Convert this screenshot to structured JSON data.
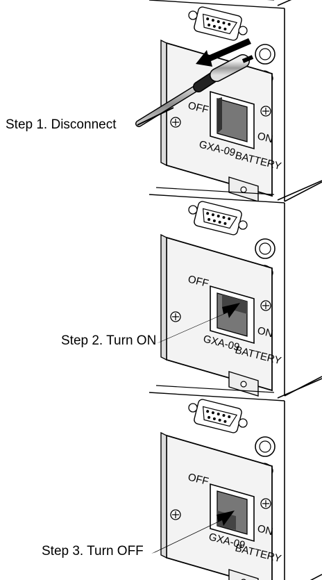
{
  "steps": [
    {
      "label": "Step 1. Disconnect",
      "panel": {
        "off": "OFF",
        "on": "ON",
        "model": "GXA-09",
        "battery": "BATTERY"
      },
      "switch_state": "neutral"
    },
    {
      "label": "Step 2. Turn ON",
      "panel": {
        "off": "OFF",
        "on": "ON",
        "model": "GXA-09",
        "battery": "BATTERY"
      },
      "switch_state": "on"
    },
    {
      "label": "Step 3. Turn OFF",
      "panel": {
        "off": "OFF",
        "on": "ON",
        "model": "GXA-09",
        "battery": "BATTERY"
      },
      "switch_state": "off"
    }
  ],
  "icons": [
    "db9-connector-icon",
    "power-plug-icon",
    "rocker-switch-icon",
    "screw-icon",
    "arrow-icon"
  ]
}
